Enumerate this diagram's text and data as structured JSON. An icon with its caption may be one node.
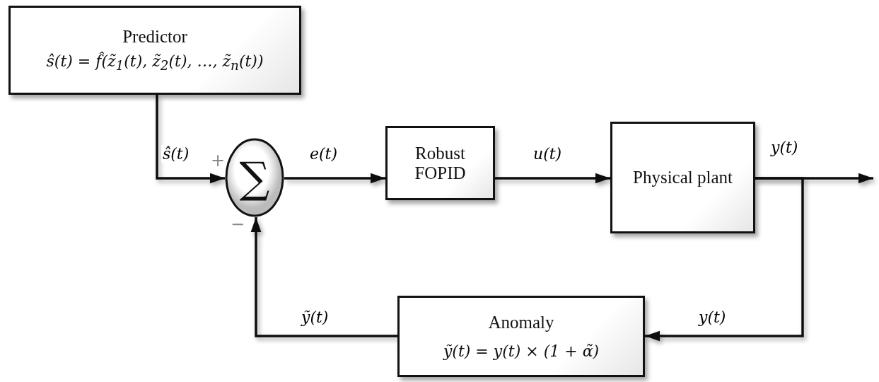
{
  "diagram": {
    "nodes": [
      {
        "text": [
          "Predictor",
          "ŝ(t) = f̂(z̃$_{1}$(t), z̃$_{2}$(t), …, z̃$_{n}$(t))"
        ]
      },
      {
        "text": [
          "∑"
        ],
        "beside": [
          "+",
          "−"
        ]
      },
      {
        "text": [
          "Robust FOPID"
        ]
      },
      {
        "text": [
          "Physical plant"
        ]
      },
      {
        "text": [
          "Anomaly",
          "ỹ(t) = y(t) × (1 + α̃)"
        ]
      }
    ],
    "edges": [
      {
        "from": 0,
        "to": 1,
        "arrow": "to",
        "label": "ŝ(t)"
      },
      {
        "from": 1,
        "to": 2,
        "arrow": "to",
        "label": "e(t)"
      },
      {
        "from": 2,
        "to": 3,
        "arrow": "to",
        "label": "u(t)"
      },
      {
        "from": 3,
        "to": null,
        "arrow": "to",
        "label": "y(t)"
      },
      {
        "from": 3,
        "to": 4,
        "arrow": "to",
        "label": "y(t)"
      },
      {
        "from": 4,
        "to": 1,
        "arrow": "to",
        "label": "ỹ(t)"
      }
    ]
  }
}
